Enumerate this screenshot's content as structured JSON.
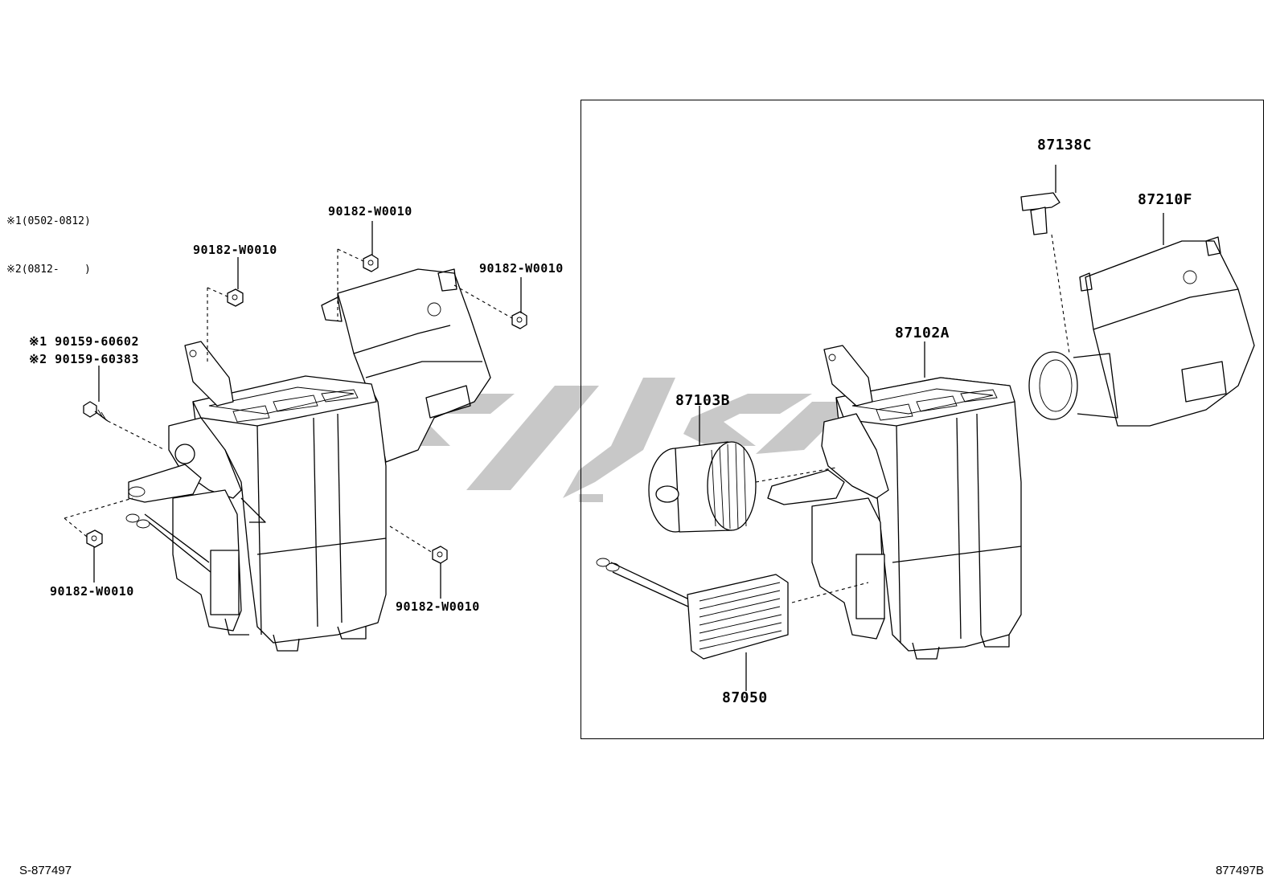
{
  "legend": {
    "line1": "※1(0502-0812)",
    "line2": "※2(0812-    )"
  },
  "labels": {
    "left_top_nut_a": "90182-W0010",
    "left_top_nut_b": "90182-W0010",
    "left_right_nut": "90182-W0010",
    "screw_alt1": "※1 90159-60602",
    "screw_alt2": "※2 90159-60383",
    "left_bottom_nut": "90182-W0010",
    "left_bottom_nut_right": "90182-W0010"
  },
  "inset_labels": {
    "resistor": "87138C",
    "blower_case": "87210F",
    "heater_unit": "87102A",
    "blower_motor": "87103B",
    "heater_core": "87050"
  },
  "footer": {
    "left_code": "S-877497",
    "right_code": "877497B"
  }
}
